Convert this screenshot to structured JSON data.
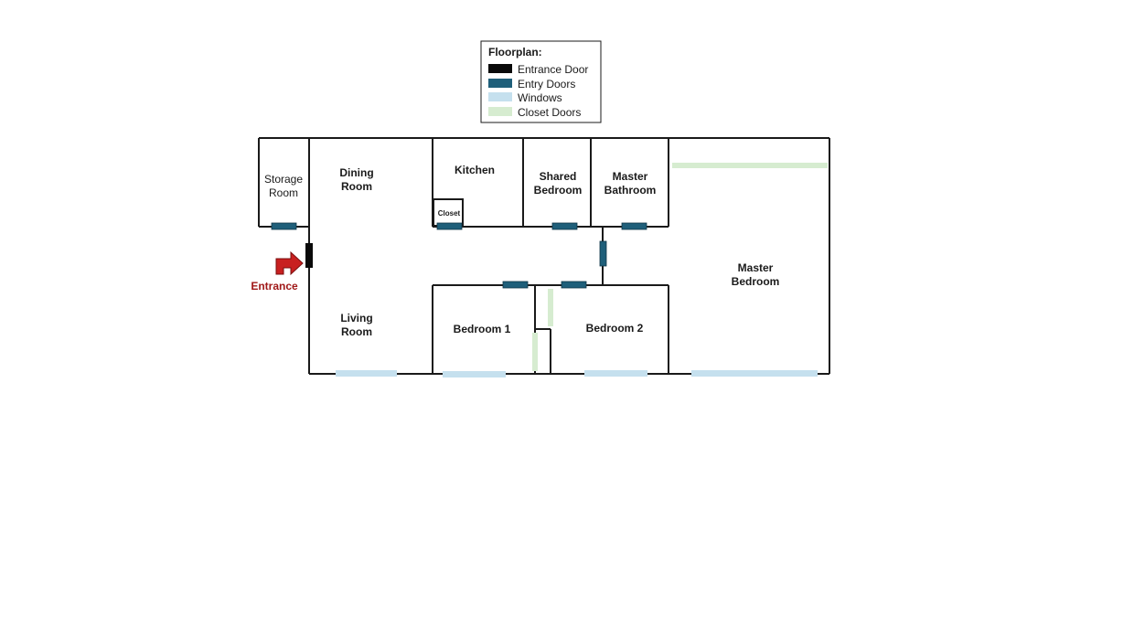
{
  "legend": {
    "title": "Floorplan:",
    "items": [
      {
        "label": "Entrance Door",
        "color": "#0a0a0a"
      },
      {
        "label": "Entry Doors",
        "color": "#1f5f7a"
      },
      {
        "label": "Windows",
        "color": "#c5e0ee"
      },
      {
        "label": "Closet Doors",
        "color": "#d6ecd0"
      }
    ]
  },
  "rooms": {
    "storage": {
      "line1": "Storage",
      "line2": "Room"
    },
    "dining": {
      "line1": "Dining",
      "line2": "Room"
    },
    "kitchen": {
      "line1": "Kitchen"
    },
    "closet": {
      "line1": "Closet"
    },
    "shared_bedroom": {
      "line1": "Shared",
      "line2": "Bedroom"
    },
    "master_bathroom": {
      "line1": "Master",
      "line2": "Bathroom"
    },
    "master_bedroom": {
      "line1": "Master",
      "line2": "Bedroom"
    },
    "living": {
      "line1": "Living",
      "line2": "Room"
    },
    "bedroom1": {
      "line1": "Bedroom 1"
    },
    "bedroom2": {
      "line1": "Bedroom 2"
    }
  },
  "entrance": {
    "label": "Entrance",
    "color": "#a01818"
  },
  "colors": {
    "wall": "#1a1a1a",
    "entrance_door": "#0a0a0a",
    "entry_door": "#1f5f7a",
    "window": "#c5e0ee",
    "closet_door": "#d6ecd0"
  }
}
